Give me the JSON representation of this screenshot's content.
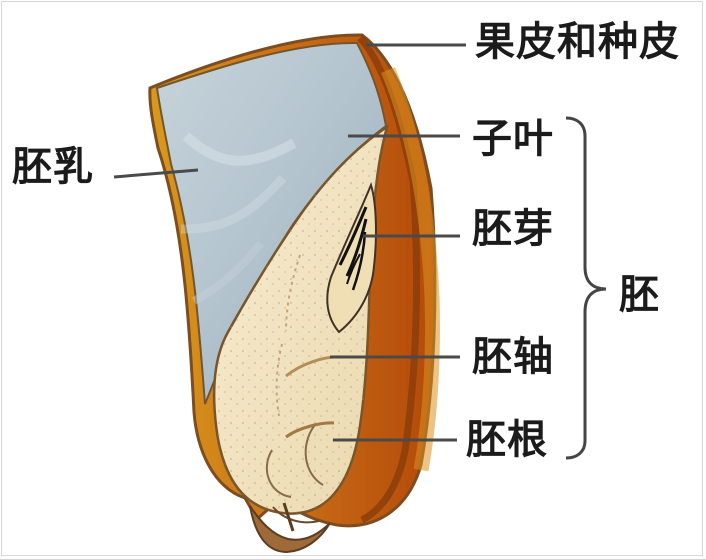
{
  "labels": {
    "pericarp_and_seed_coat": "果皮和种皮",
    "cotyledon": "子叶",
    "plumule": "胚芽",
    "embryo": "胚",
    "hypocotyl": "胚轴",
    "radicle": "胚根",
    "endosperm": "胚乳"
  },
  "colors": {
    "seed_coat": "#e3a31f",
    "seed_coat_dark": "#b95b0b",
    "endosperm": "#bfcfd5",
    "embryo": "#f4e5bf",
    "outline": "#7c4d20",
    "leader_line": "#4a4a4a"
  }
}
